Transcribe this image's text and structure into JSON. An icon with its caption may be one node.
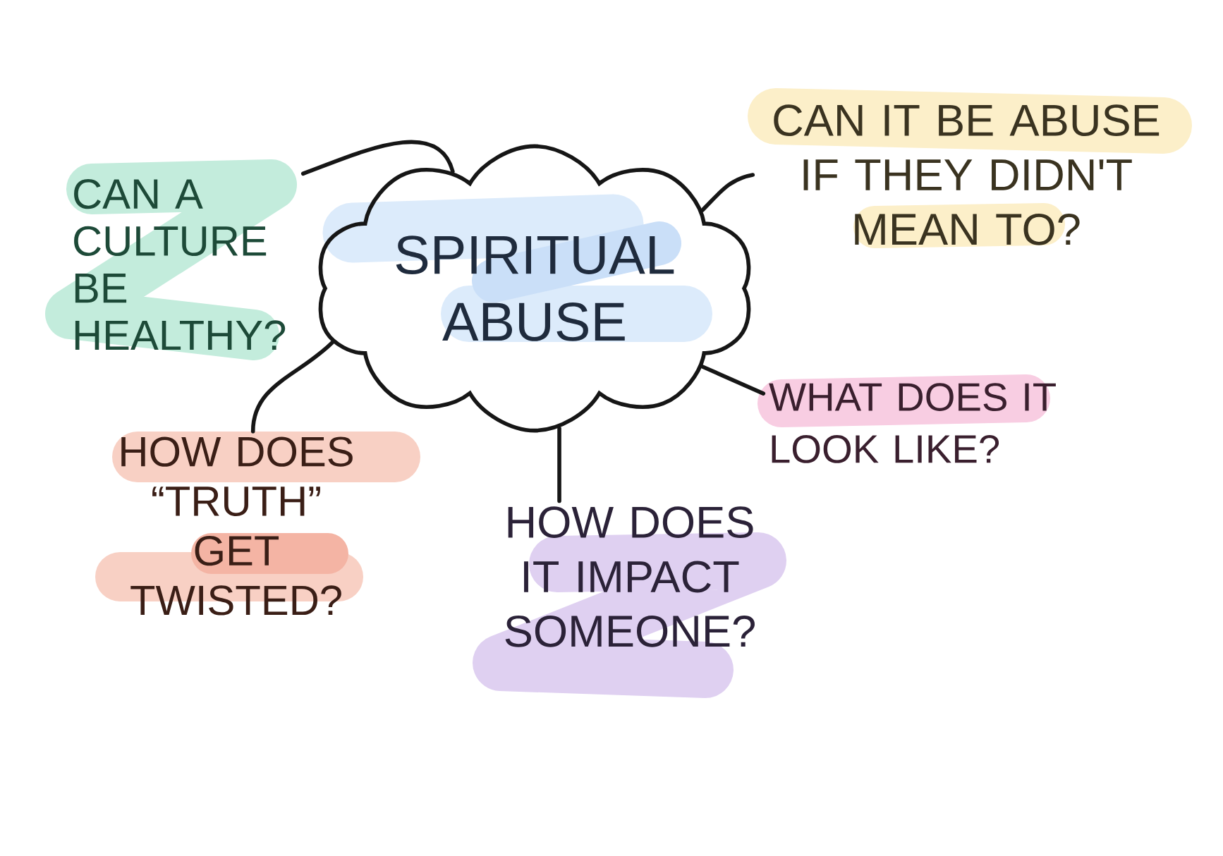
{
  "diagram": {
    "nodes": [
      {
        "text": [
          "SPIRITUAL ABUSE"
        ]
      },
      {
        "text": [
          "CAN A CULTURE BE HEALTHY?"
        ]
      },
      {
        "text": [
          "CAN IT BE ABUSE IF THEY DIDN'T MEAN TO?"
        ]
      },
      {
        "text": [
          "WHAT DOES IT LOOK LIKE?"
        ]
      },
      {
        "text": [
          "HOW DOES IT IMPACT SOMEONE?"
        ]
      },
      {
        "text": [
          "HOW DOES “TRUTH” GET TWISTED?"
        ]
      }
    ],
    "edges": [
      {
        "from": 0,
        "to": 1,
        "arrow": "none"
      },
      {
        "from": 0,
        "to": 2,
        "arrow": "none"
      },
      {
        "from": 0,
        "to": 3,
        "arrow": "none"
      },
      {
        "from": 0,
        "to": 4,
        "arrow": "none"
      },
      {
        "from": 0,
        "to": 5,
        "arrow": "none"
      }
    ]
  }
}
